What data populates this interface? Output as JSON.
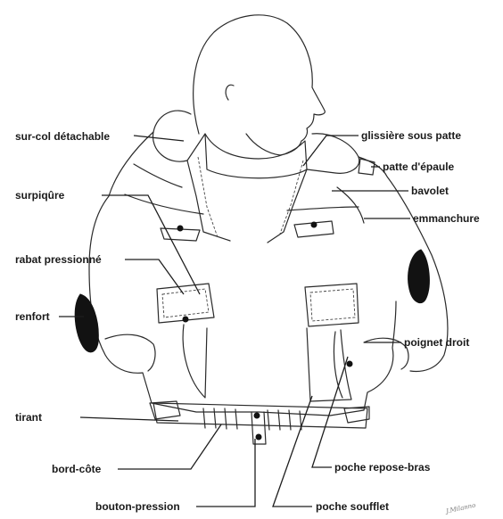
{
  "labels": {
    "sur_col": "sur-col détachable",
    "surpiqure": "surpiqûre",
    "rabat": "rabat pressionné",
    "renfort": "renfort",
    "tirant": "tirant",
    "bord_cote": "bord-côte",
    "bouton": "bouton-pression",
    "glissiere": "glissière sous patte",
    "patte": "patte d'épaule",
    "bavolet": "bavolet",
    "emmanchure": "emmanchure",
    "poignet": "poignet droit",
    "poche_repose": "poche repose-bras",
    "poche_soufflet": "poche soufflet"
  },
  "signature": "J.Milanno",
  "colors": {
    "ink": "#1e1e1e",
    "fill": "#121212",
    "background": "#ffffff"
  }
}
